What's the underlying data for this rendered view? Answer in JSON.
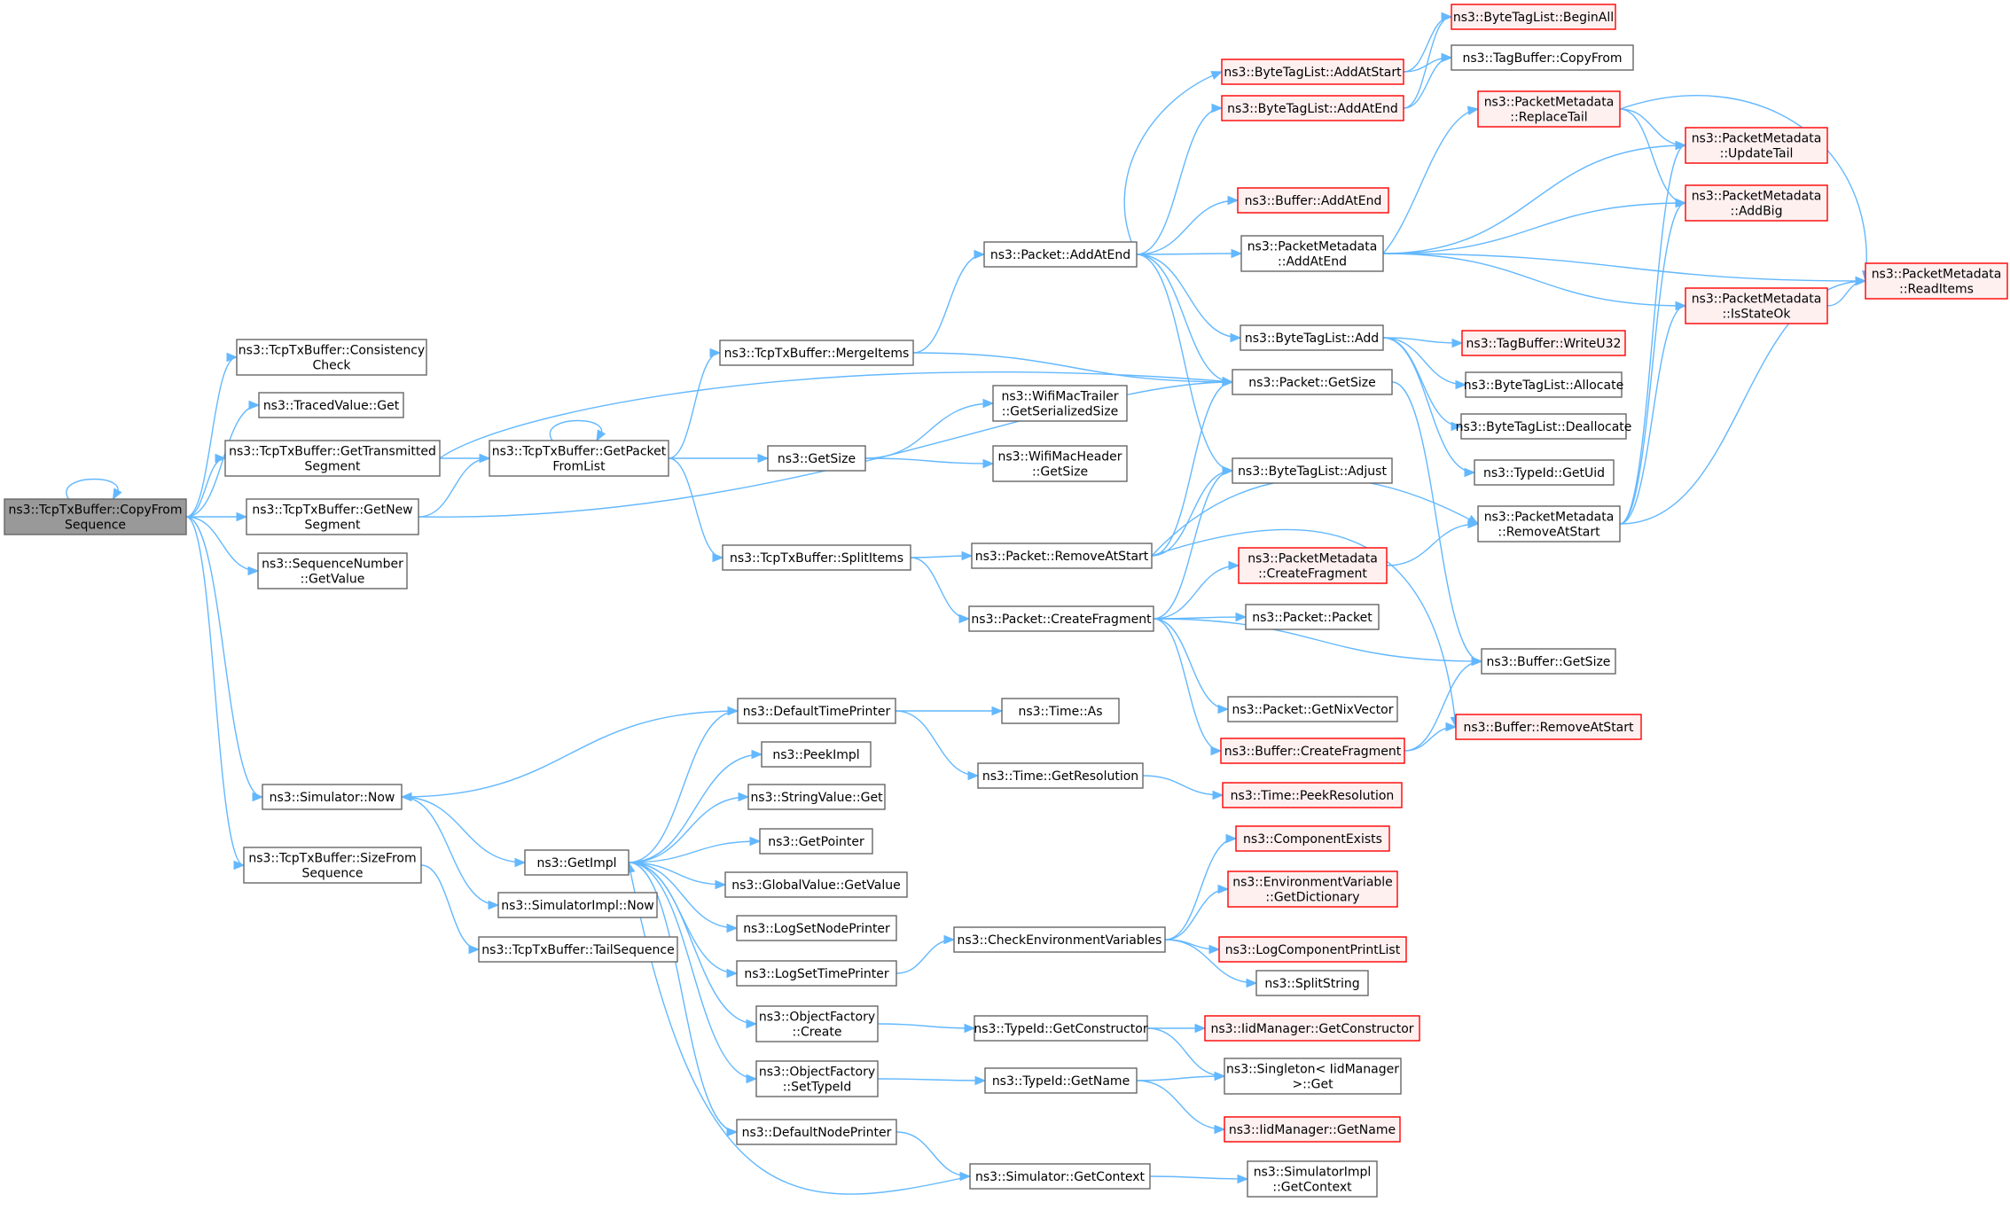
{
  "graph": {
    "colors": {
      "edge": "#63b8ff",
      "node_border": "#666666",
      "red_border": "#ff0000",
      "red_fill": "#fff0f0",
      "root_fill": "#999999"
    },
    "nodes": [
      {
        "id": "root",
        "lines": [
          "ns3::TcpTxBuffer::CopyFrom",
          "Sequence"
        ],
        "style": "root"
      },
      {
        "id": "consistency",
        "lines": [
          "ns3::TcpTxBuffer::Consistency",
          "Check"
        ]
      },
      {
        "id": "tracedget",
        "lines": [
          "ns3::TracedValue::Get"
        ]
      },
      {
        "id": "gettransmitted",
        "lines": [
          "ns3::TcpTxBuffer::GetTransmitted",
          "Segment"
        ]
      },
      {
        "id": "getnew",
        "lines": [
          "ns3::TcpTxBuffer::GetNew",
          "Segment"
        ]
      },
      {
        "id": "seqget",
        "lines": [
          "ns3::SequenceNumber",
          "::GetValue"
        ]
      },
      {
        "id": "simnow",
        "lines": [
          "ns3::Simulator::Now"
        ]
      },
      {
        "id": "sizefrom",
        "lines": [
          "ns3::TcpTxBuffer::SizeFrom",
          "Sequence"
        ]
      },
      {
        "id": "getpacket",
        "lines": [
          "ns3::TcpTxBuffer::GetPacket",
          "FromList"
        ]
      },
      {
        "id": "mergeitems",
        "lines": [
          "ns3::TcpTxBuffer::MergeItems"
        ]
      },
      {
        "id": "getsize",
        "lines": [
          "ns3::GetSize"
        ]
      },
      {
        "id": "splititems",
        "lines": [
          "ns3::TcpTxBuffer::SplitItems"
        ]
      },
      {
        "id": "defaulttime",
        "lines": [
          "ns3::DefaultTimePrinter"
        ]
      },
      {
        "id": "peekimpl",
        "lines": [
          "ns3::PeekImpl"
        ]
      },
      {
        "id": "stringget",
        "lines": [
          "ns3::StringValue::Get"
        ]
      },
      {
        "id": "getpointer",
        "lines": [
          "ns3::GetPointer"
        ]
      },
      {
        "id": "globalget",
        "lines": [
          "ns3::GlobalValue::GetValue"
        ]
      },
      {
        "id": "logsetnode",
        "lines": [
          "ns3::LogSetNodePrinter"
        ]
      },
      {
        "id": "logsettime",
        "lines": [
          "ns3::LogSetTimePrinter"
        ]
      },
      {
        "id": "ofcreate",
        "lines": [
          "ns3::ObjectFactory",
          "::Create"
        ]
      },
      {
        "id": "ofsettype",
        "lines": [
          "ns3::ObjectFactory",
          "::SetTypeId"
        ]
      },
      {
        "id": "defaultnode",
        "lines": [
          "ns3::DefaultNodePrinter"
        ]
      },
      {
        "id": "getimpl",
        "lines": [
          "ns3::GetImpl"
        ]
      },
      {
        "id": "simimplnow",
        "lines": [
          "ns3::SimulatorImpl::Now"
        ]
      },
      {
        "id": "tailseq",
        "lines": [
          "ns3::TcpTxBuffer::TailSequence"
        ]
      },
      {
        "id": "packetaddatend",
        "lines": [
          "ns3::Packet::AddAtEnd"
        ]
      },
      {
        "id": "packetremove",
        "lines": [
          "ns3::Packet::RemoveAtStart"
        ]
      },
      {
        "id": "createfragment",
        "lines": [
          "ns3::Packet::CreateFragment"
        ]
      },
      {
        "id": "wifitrailer",
        "lines": [
          "ns3::WifiMacTrailer",
          "::GetSerializedSize"
        ]
      },
      {
        "id": "wifiheader",
        "lines": [
          "ns3::WifiMacHeader",
          "::GetSize"
        ]
      },
      {
        "id": "timeas",
        "lines": [
          "ns3::Time::As"
        ]
      },
      {
        "id": "timegetres",
        "lines": [
          "ns3::Time::GetResolution"
        ]
      },
      {
        "id": "checkenv",
        "lines": [
          "ns3::CheckEnvironmentVariables"
        ]
      },
      {
        "id": "typegetctor",
        "lines": [
          "ns3::TypeId::GetConstructor"
        ]
      },
      {
        "id": "typegetname",
        "lines": [
          "ns3::TypeId::GetName"
        ]
      },
      {
        "id": "simgetctx",
        "lines": [
          "ns3::Simulator::GetContext"
        ]
      },
      {
        "id": "btaddatstart",
        "lines": [
          "ns3::ByteTagList::AddAtStart"
        ],
        "style": "red"
      },
      {
        "id": "btaddatend",
        "lines": [
          "ns3::ByteTagList::AddAtEnd"
        ],
        "style": "red"
      },
      {
        "id": "bufaddatend",
        "lines": [
          "ns3::Buffer::AddAtEnd"
        ],
        "style": "red"
      },
      {
        "id": "pmaddatend",
        "lines": [
          "ns3::PacketMetadata",
          "::AddAtEnd"
        ]
      },
      {
        "id": "btadd",
        "lines": [
          "ns3::ByteTagList::Add"
        ]
      },
      {
        "id": "packetgetsize",
        "lines": [
          "ns3::Packet::GetSize"
        ]
      },
      {
        "id": "btadjust",
        "lines": [
          "ns3::ByteTagList::Adjust"
        ]
      },
      {
        "id": "pmcreatefrag",
        "lines": [
          "ns3::PacketMetadata",
          "::CreateFragment"
        ],
        "style": "red"
      },
      {
        "id": "packetpacket",
        "lines": [
          "ns3::Packet::Packet"
        ]
      },
      {
        "id": "packetnix",
        "lines": [
          "ns3::Packet::GetNixVector"
        ]
      },
      {
        "id": "bufcreatefrag",
        "lines": [
          "ns3::Buffer::CreateFragment"
        ],
        "style": "red"
      },
      {
        "id": "timepeekres",
        "lines": [
          "ns3::Time::PeekResolution"
        ],
        "style": "red"
      },
      {
        "id": "compexists",
        "lines": [
          "ns3::ComponentExists"
        ],
        "style": "red"
      },
      {
        "id": "envgetdict",
        "lines": [
          "ns3::EnvironmentVariable",
          "::GetDictionary"
        ],
        "style": "red"
      },
      {
        "id": "logcompprint",
        "lines": [
          "ns3::LogComponentPrintList"
        ],
        "style": "red"
      },
      {
        "id": "splitstring",
        "lines": [
          "ns3::SplitString"
        ]
      },
      {
        "id": "iidgetctor",
        "lines": [
          "ns3::IidManager::GetConstructor"
        ],
        "style": "red"
      },
      {
        "id": "singleton",
        "lines": [
          "ns3::Singleton< IidManager",
          ">::Get"
        ]
      },
      {
        "id": "iidgetname",
        "lines": [
          "ns3::IidManager::GetName"
        ],
        "style": "red"
      },
      {
        "id": "simimplctx",
        "lines": [
          "ns3::SimulatorImpl",
          "::GetContext"
        ]
      },
      {
        "id": "btbeginall",
        "lines": [
          "ns3::ByteTagList::BeginAll"
        ],
        "style": "red"
      },
      {
        "id": "tagcopyfrom",
        "lines": [
          "ns3::TagBuffer::CopyFrom"
        ]
      },
      {
        "id": "pmreplacetail",
        "lines": [
          "ns3::PacketMetadata",
          "::ReplaceTail"
        ],
        "style": "red"
      },
      {
        "id": "tagwriteu32",
        "lines": [
          "ns3::TagBuffer::WriteU32"
        ],
        "style": "red"
      },
      {
        "id": "btallocate",
        "lines": [
          "ns3::ByteTagList::Allocate"
        ]
      },
      {
        "id": "btdealloc",
        "lines": [
          "ns3::ByteTagList::Deallocate"
        ]
      },
      {
        "id": "typegetuid",
        "lines": [
          "ns3::TypeId::GetUid"
        ]
      },
      {
        "id": "pmremove",
        "lines": [
          "ns3::PacketMetadata",
          "::RemoveAtStart"
        ]
      },
      {
        "id": "bufgetsize",
        "lines": [
          "ns3::Buffer::GetSize"
        ]
      },
      {
        "id": "bufremove",
        "lines": [
          "ns3::Buffer::RemoveAtStart"
        ],
        "style": "red"
      },
      {
        "id": "pmupdatetail",
        "lines": [
          "ns3::PacketMetadata",
          "::UpdateTail"
        ],
        "style": "red"
      },
      {
        "id": "pmaddbig",
        "lines": [
          "ns3::PacketMetadata",
          "::AddBig"
        ],
        "style": "red"
      },
      {
        "id": "pmisstateok",
        "lines": [
          "ns3::PacketMetadata",
          "::IsStateOk"
        ],
        "style": "red"
      },
      {
        "id": "pmreaditems",
        "lines": [
          "ns3::PacketMetadata",
          "::ReadItems"
        ],
        "style": "red"
      }
    ]
  }
}
